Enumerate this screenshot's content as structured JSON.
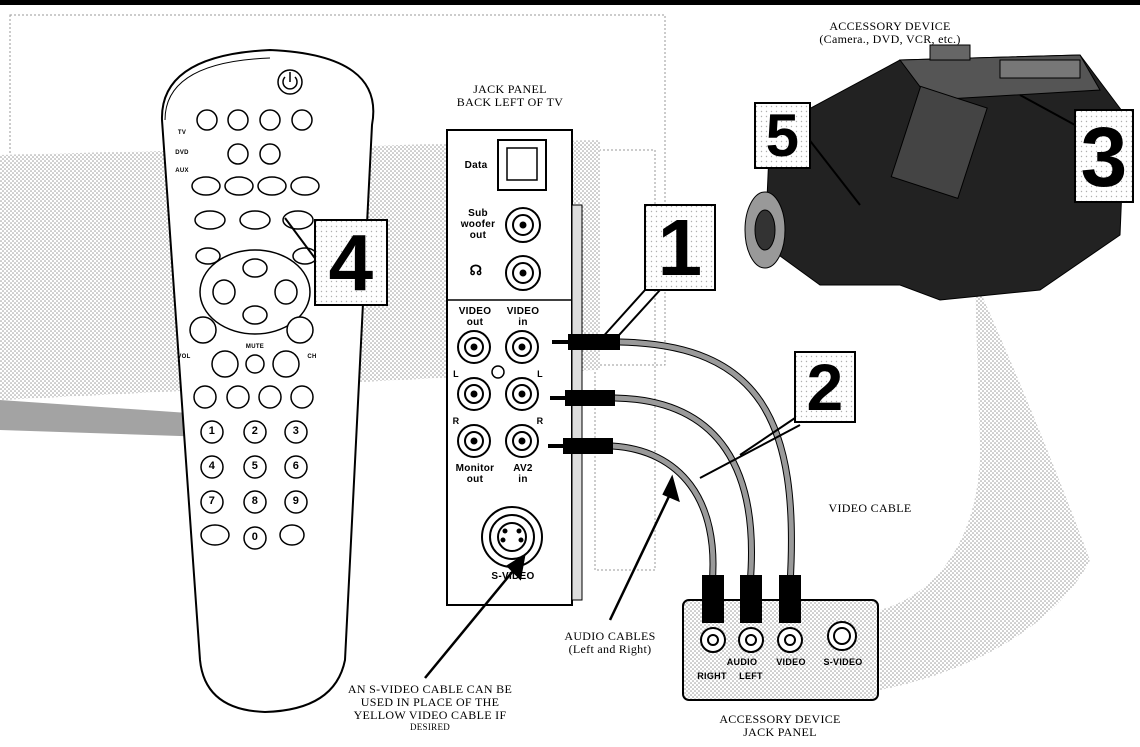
{
  "captions": {
    "jack_panel_title": "JACK PANEL",
    "jack_panel_subtitle": "BACK LEFT OF TV",
    "accessory_title": "ACCESSORY DEVICE",
    "accessory_subtitle": "(Camera., DVD, VCR, etc.)",
    "video_cable": "VIDEO CABLE",
    "audio_cables": "AUDIO CABLES",
    "audio_cables_sub": "(Left and Right)",
    "svideo_note_1": "AN S-VIDEO CABLE CAN BE",
    "svideo_note_2": "USED IN PLACE OF THE",
    "svideo_note_3": "YELLOW VIDEO CABLE IF",
    "svideo_note_4": "DESIRED",
    "accessory_jack_title": "ACCESSORY DEVICE",
    "accessory_jack_subtitle": "JACK PANEL"
  },
  "step_numbers": [
    "1",
    "2",
    "3",
    "4",
    "5"
  ],
  "jack_panel": {
    "data_label": "Data",
    "subwoofer_label_1": "Sub",
    "subwoofer_label_2": "woofer",
    "subwoofer_label_3": "out",
    "headphone_icon": "headphone-icon",
    "video_out_1": "VIDEO",
    "video_out_2": "out",
    "video_in_1": "VIDEO",
    "video_in_2": "in",
    "l_left": "L",
    "l_right": "L",
    "r_left": "R",
    "r_right": "R",
    "monitor_out_1": "Monitor",
    "monitor_out_2": "out",
    "av2_in_1": "AV2",
    "av2_in_2": "in",
    "svideo": "S-VIDEO"
  },
  "accessory_panel": {
    "audio": "AUDIO",
    "right": "RIGHT",
    "left": "LEFT",
    "video": "VIDEO",
    "svideo": "S-VIDEO"
  },
  "remote": {
    "side_tv": "TV",
    "side_dvd": "DVD",
    "side_aux": "AUX",
    "keys": [
      "1",
      "2",
      "3",
      "4",
      "5",
      "6",
      "7",
      "8",
      "9",
      "0"
    ],
    "vol": "VOL",
    "ch": "CH",
    "mute": "MUTE"
  },
  "colors": {
    "ink": "#000000",
    "cable": "#8a8a8a",
    "stipple": "#c8c8c8"
  }
}
